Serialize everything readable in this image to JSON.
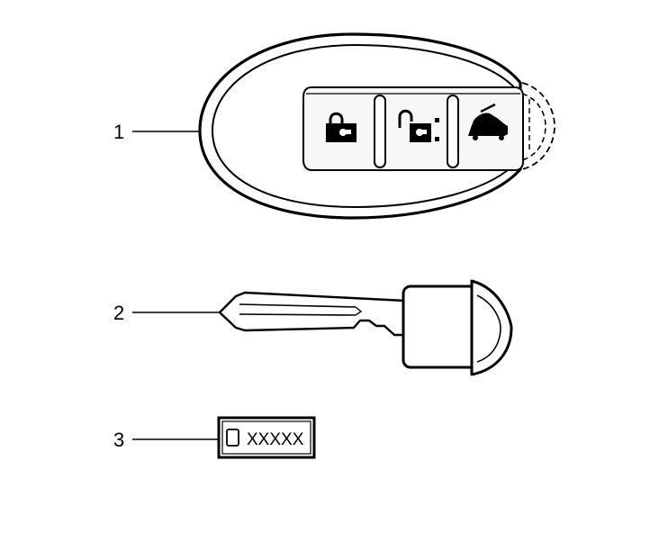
{
  "callouts": [
    {
      "id": "1",
      "item": "intelligent-key-fob"
    },
    {
      "id": "2",
      "item": "mechanical-key"
    },
    {
      "id": "3",
      "item": "key-number-tag"
    }
  ],
  "key_tag": {
    "code": "XXXXX"
  },
  "fob_buttons": [
    {
      "icon": "lock-icon"
    },
    {
      "icon": "unlock-icon"
    },
    {
      "icon": "trunk-icon"
    }
  ],
  "colors": {
    "line": "#000000",
    "fob_body": "#ffffff",
    "button_pad": "#f7f7f7",
    "background": "#ffffff"
  }
}
